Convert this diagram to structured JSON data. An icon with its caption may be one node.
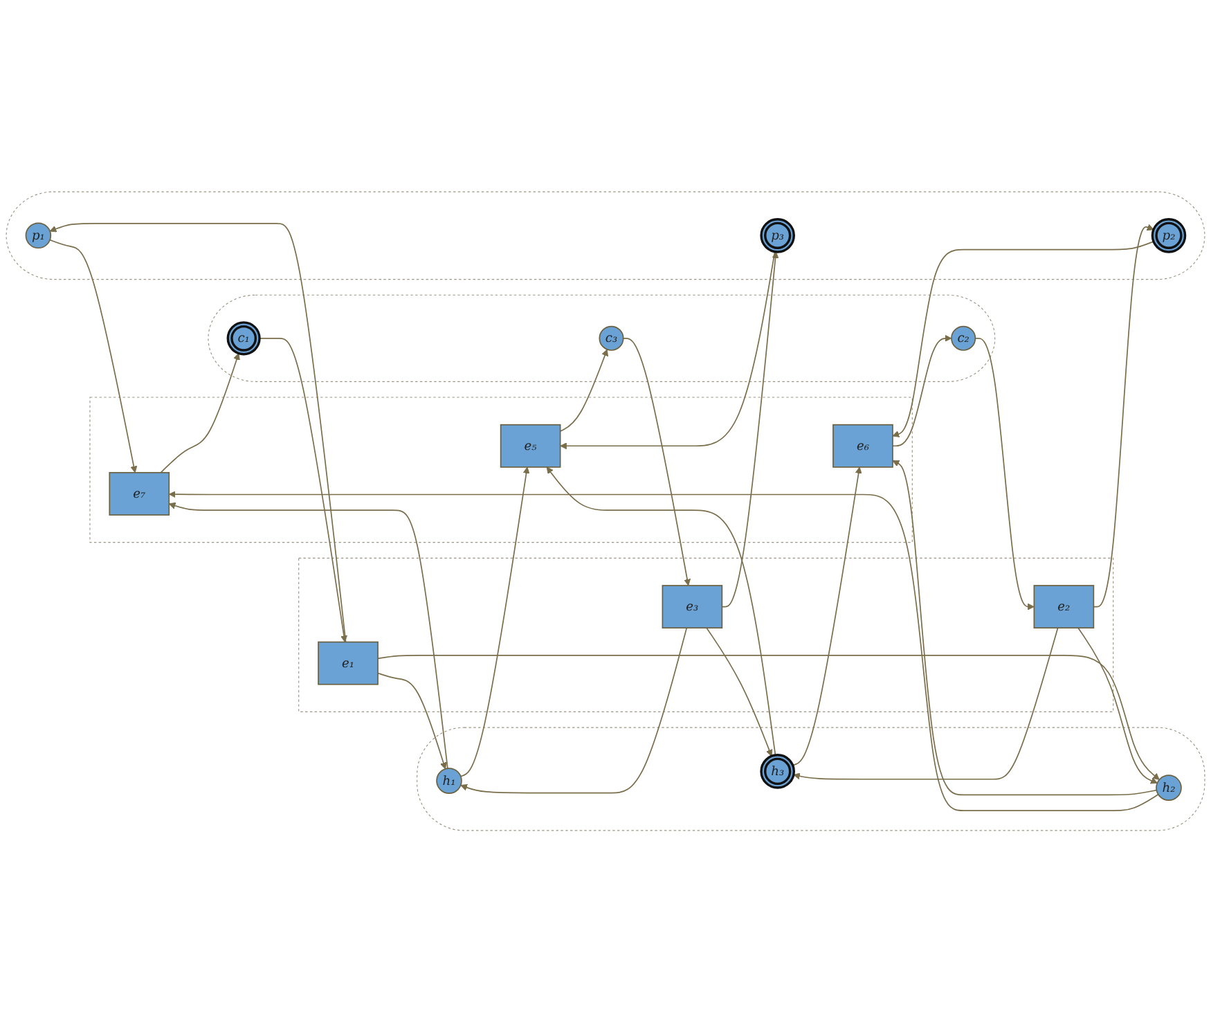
{
  "diagram": {
    "nodes": [
      {
        "text": [],
        "shape": "ellipse"
      },
      {
        "text": [
          "p₁"
        ],
        "in": 0
      },
      {
        "text": [
          "p₂"
        ],
        "in": 0
      },
      {
        "text": [
          "p₃"
        ],
        "in": 0
      },
      {
        "text": [],
        "shape": "box"
      },
      {
        "text": [
          "e₁"
        ],
        "in": 4
      },
      {
        "text": [
          "e₂"
        ],
        "in": 4
      },
      {
        "text": [
          "e₃"
        ],
        "in": 4
      },
      {
        "text": [],
        "shape": "ellipse"
      },
      {
        "text": [
          "h₁"
        ],
        "in": 8
      },
      {
        "text": [
          "h₂"
        ],
        "in": 8
      },
      {
        "text": [
          "h₃"
        ],
        "in": 8
      },
      {
        "text": [],
        "shape": "box"
      },
      {
        "text": [
          "e₅"
        ],
        "in": 12
      },
      {
        "text": [
          "e₆"
        ],
        "in": 12
      },
      {
        "text": [
          "e₇"
        ],
        "in": 12
      },
      {
        "text": [],
        "shape": "ellipse"
      },
      {
        "text": [
          "c₃"
        ],
        "in": 16
      },
      {
        "text": [
          "c₂"
        ],
        "in": 16
      },
      {
        "text": [
          "c₁"
        ],
        "in": 16
      }
    ],
    "edges": [
      {
        "from": 5,
        "to": 1,
        "arrow": "to"
      },
      {
        "from": 6,
        "to": 2,
        "arrow": "to"
      },
      {
        "from": 7,
        "to": 3,
        "arrow": "to"
      },
      {
        "from": 1,
        "to": 15,
        "arrow": "to"
      },
      {
        "from": 2,
        "to": 14,
        "arrow": "to"
      },
      {
        "from": 3,
        "to": 13,
        "arrow": "to"
      },
      {
        "from": 5,
        "to": 9,
        "arrow": "to"
      },
      {
        "from": 5,
        "to": 10,
        "arrow": "to"
      },
      {
        "from": 6,
        "to": 10,
        "arrow": "to"
      },
      {
        "from": 6,
        "to": 11,
        "arrow": "to"
      },
      {
        "from": 7,
        "to": 9,
        "arrow": "to"
      },
      {
        "from": 7,
        "to": 11,
        "arrow": "to"
      },
      {
        "from": 9,
        "to": 13,
        "arrow": "to"
      },
      {
        "from": 9,
        "to": 15,
        "arrow": "to"
      },
      {
        "from": 10,
        "to": 14,
        "arrow": "to"
      },
      {
        "from": 10,
        "to": 15,
        "arrow": "to"
      },
      {
        "from": 11,
        "to": 13,
        "arrow": "to"
      },
      {
        "from": 11,
        "to": 14,
        "arrow": "to"
      },
      {
        "from": 13,
        "to": 17,
        "arrow": "to"
      },
      {
        "from": 14,
        "to": 18,
        "arrow": "to"
      },
      {
        "from": 15,
        "to": 19,
        "arrow": "to"
      },
      {
        "from": 17,
        "to": 7,
        "arrow": "to"
      },
      {
        "from": 18,
        "to": 6,
        "arrow": "to"
      },
      {
        "from": 19,
        "to": 5,
        "arrow": "to"
      }
    ]
  }
}
